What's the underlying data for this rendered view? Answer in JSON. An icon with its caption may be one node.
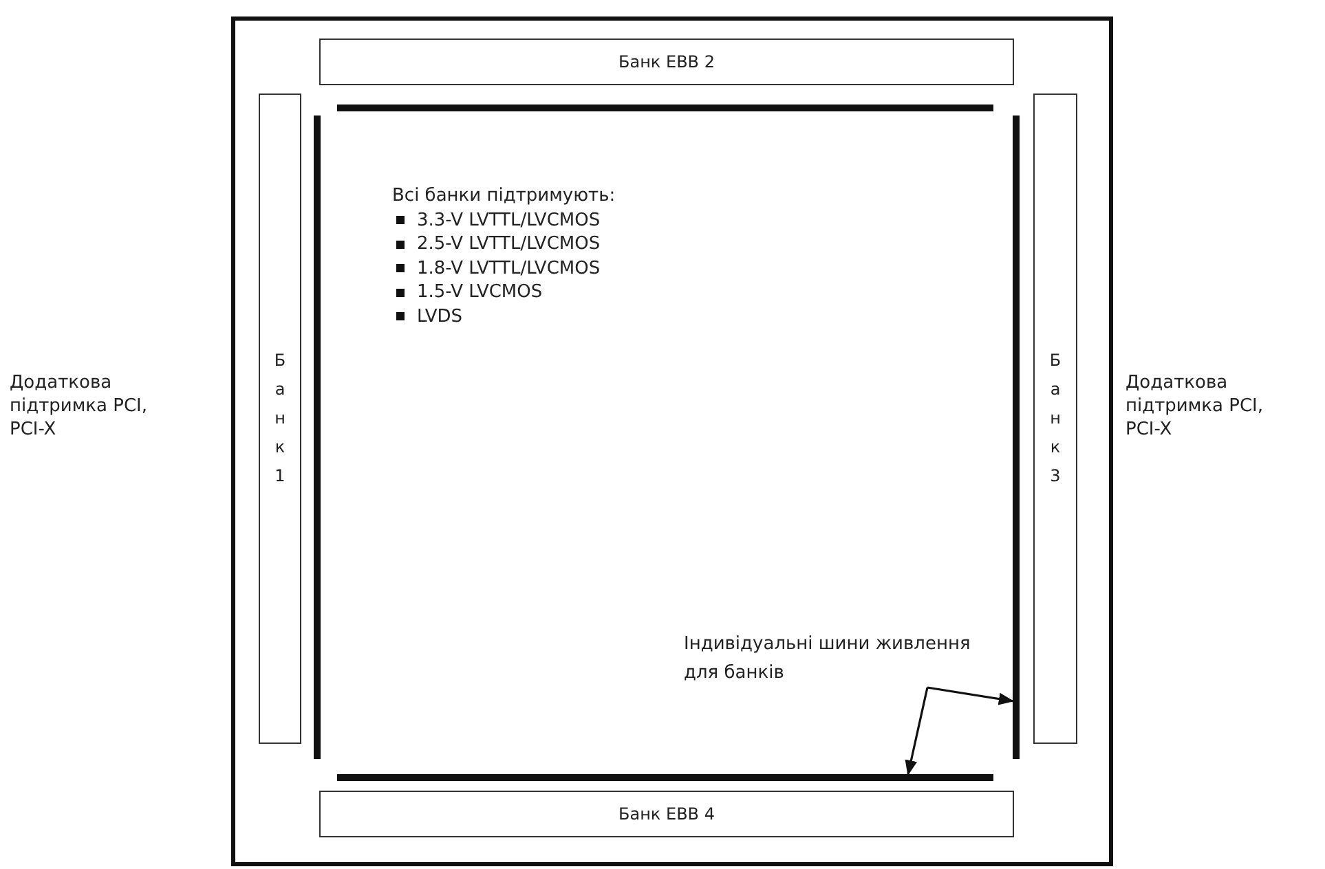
{
  "diagram": {
    "nodes": [
      {
        "text": [],
        "shape": "box"
      },
      {
        "text": [
          "Банк EBB 2"
        ],
        "in": 0
      },
      {
        "text": [
          "Банк 1"
        ],
        "in": 0
      },
      {
        "text": [
          "Банк 3"
        ],
        "in": 0
      },
      {
        "text": [
          "Банк EBB 4"
        ],
        "in": 0
      },
      {
        "text": [],
        "shape": "bar",
        "in": 0
      },
      {
        "text": [],
        "shape": "bar",
        "in": 0
      },
      {
        "text": [],
        "shape": "bar",
        "in": 0
      },
      {
        "text": [],
        "shape": "bar",
        "in": 0
      },
      {
        "text": [
          "Індивідуальні шини живлення для банків"
        ],
        "in": 0
      }
    ],
    "edges": [
      {
        "from": 9,
        "to": 8,
        "arrow": "to"
      },
      {
        "from": 9,
        "to": 7,
        "arrow": "to"
      }
    ],
    "labels": [
      "Додаткова підтримка PCI, PCI-X",
      "Додаткова підтримка PCI, PCI-X",
      "Всі банки підтримують:",
      "3.3-V LVTTL/LVCMOS",
      "2.5-V LVTTL/LVCMOS",
      "1.8-V LVTTL/LVCMOS",
      "1.5-V LVCMOS",
      "LVDS"
    ]
  }
}
